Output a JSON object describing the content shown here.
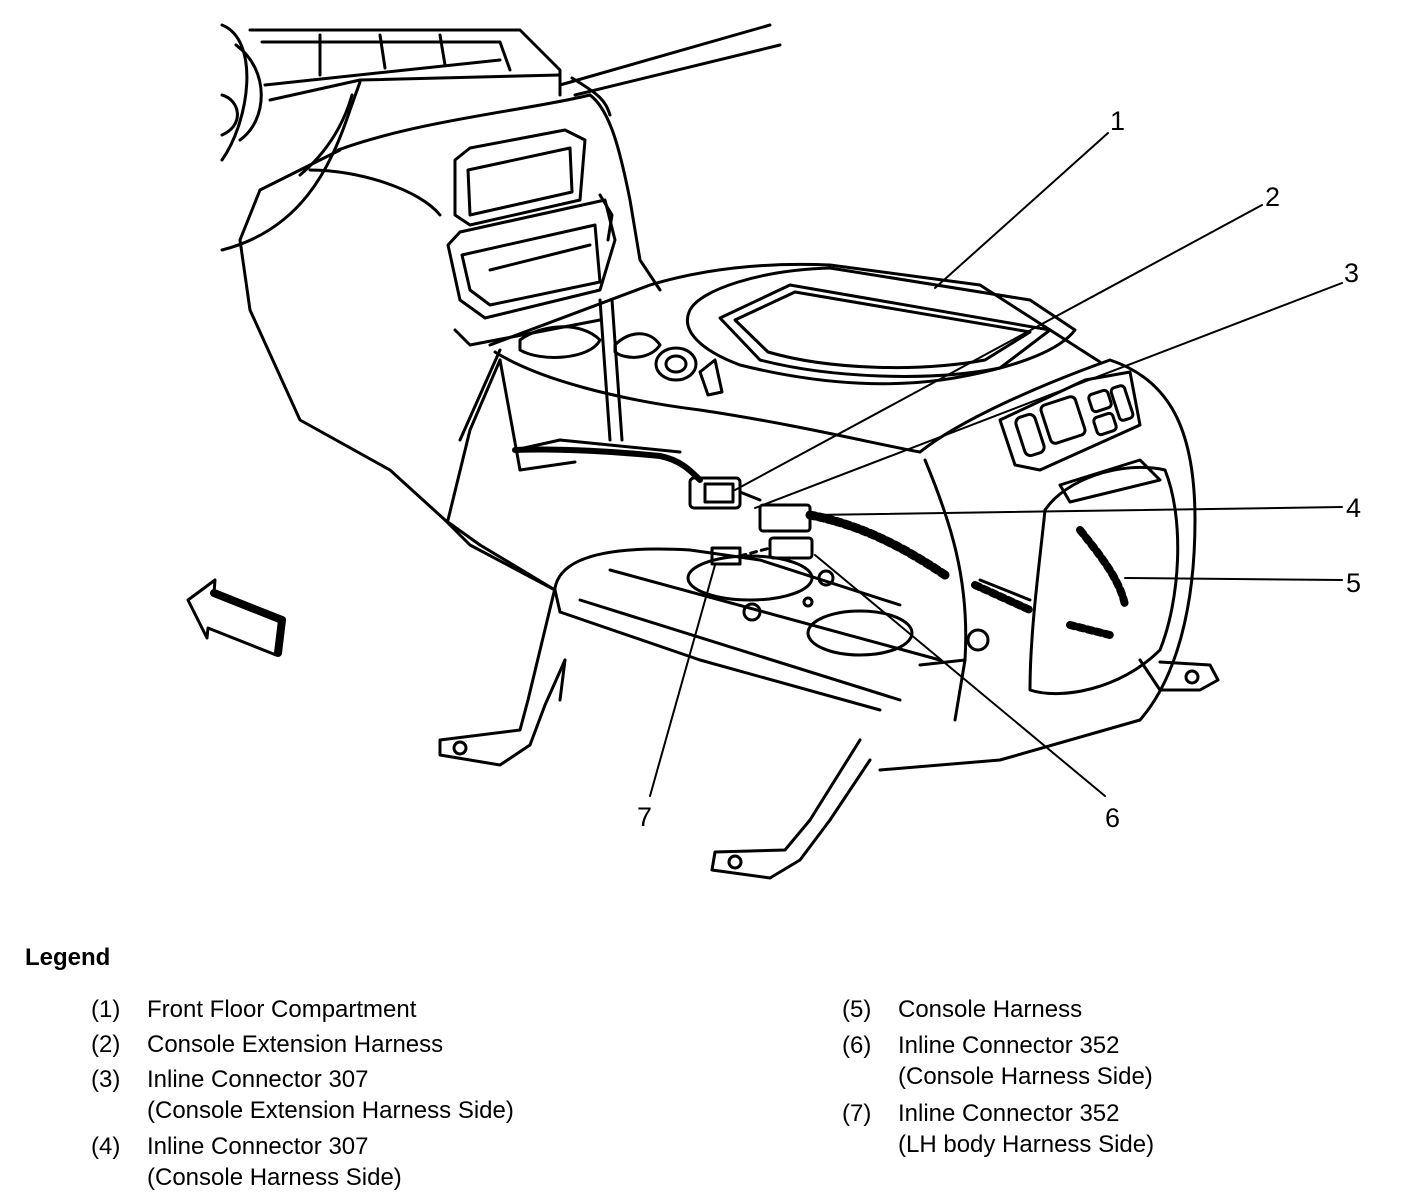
{
  "callouts": [
    "1",
    "2",
    "3",
    "4",
    "5",
    "6",
    "7"
  ],
  "legend": {
    "title": "Legend",
    "items": [
      {
        "num": "(1)",
        "line1": "Front Floor Compartment",
        "line2": ""
      },
      {
        "num": "(2)",
        "line1": "Console Extension Harness",
        "line2": ""
      },
      {
        "num": "(3)",
        "line1": "Inline Connector 307",
        "line2": "(Console Extension Harness Side)"
      },
      {
        "num": "(4)",
        "line1": "Inline Connector 307",
        "line2": "(Console Harness Side)"
      },
      {
        "num": "(5)",
        "line1": "Console Harness",
        "line2": ""
      },
      {
        "num": "(6)",
        "line1": "Inline Connector 352",
        "line2": "(Console Harness Side)"
      },
      {
        "num": "(7)",
        "line1": "Inline Connector 352",
        "line2": "(LH body Harness Side)"
      }
    ]
  }
}
